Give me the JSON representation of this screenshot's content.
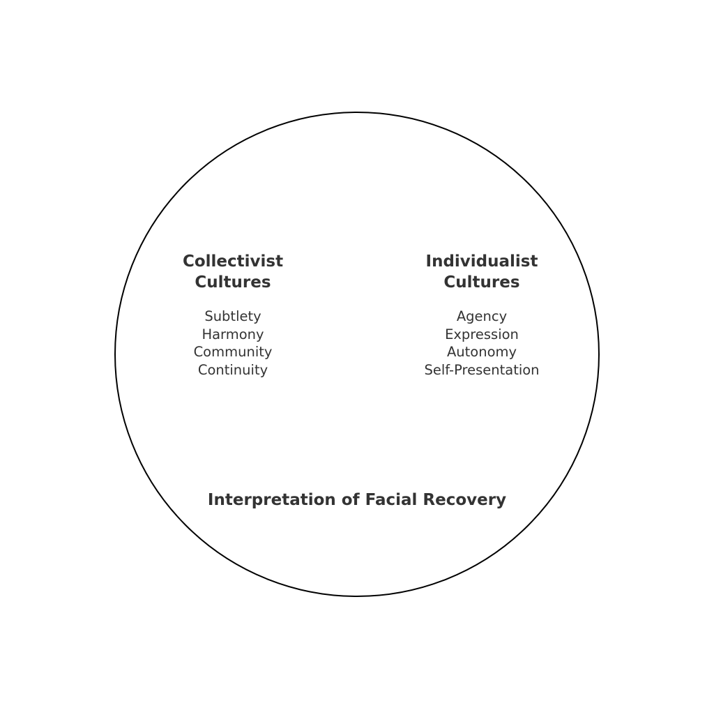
{
  "diagram": {
    "left_group": {
      "title_lines": [
        "Collectivist",
        "Cultures"
      ],
      "items": [
        "Subtlety",
        "Harmony",
        "Community",
        "Continuity"
      ]
    },
    "right_group": {
      "title_lines": [
        "Individualist",
        "Cultures"
      ],
      "items": [
        "Agency",
        "Expression",
        "Autonomy",
        "Self-Presentation"
      ]
    },
    "caption": "Interpretation of Facial Recovery",
    "colors": {
      "text": "#333333",
      "outline": "#000000",
      "background": "#ffffff"
    }
  }
}
